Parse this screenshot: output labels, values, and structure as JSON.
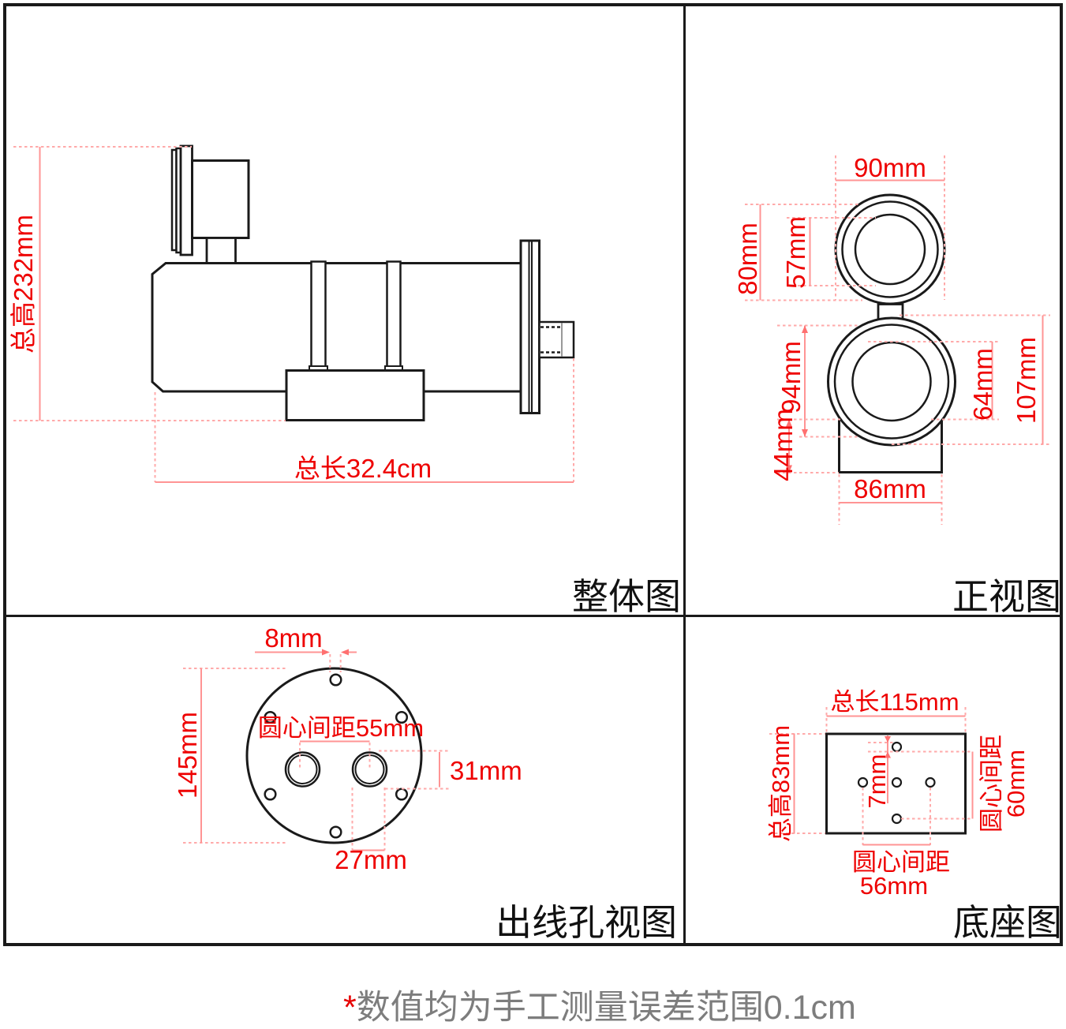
{
  "panels": {
    "overall": {
      "title": "整体图",
      "dim_total_height": "总高232mm",
      "dim_total_length": "总长32.4cm"
    },
    "front": {
      "title": "正视图",
      "dim_top_outer": "90mm",
      "dim_cover_height": "80mm",
      "dim_top_lens": "57mm",
      "dim_body_height": "94mm",
      "dim_base_height": "44mm",
      "dim_bottom_lens": "64mm",
      "dim_overall_height": "107mm",
      "dim_base_width": "86mm"
    },
    "outlet": {
      "title": "出线孔视图",
      "dim_small_hole": "8mm",
      "dim_flange_diameter": "145mm",
      "dim_center_distance": "圆心间距55mm",
      "dim_hole_outer": "31mm",
      "dim_hole_inner": "27mm"
    },
    "base": {
      "title": "底座图",
      "dim_total_length": "总长115mm",
      "dim_total_height": "总高83mm",
      "dim_small_hole": "7mm",
      "dim_center_v_label": "圆心间距",
      "dim_center_v_value": "60mm",
      "dim_center_h_label": "圆心间距",
      "dim_center_h_value": "56mm"
    }
  },
  "note": {
    "asterisk": "*",
    "text": "数值均为手工测量误差范围0.1cm"
  },
  "colors": {
    "drawing_line": "#1a1a1a",
    "dimension_text": "#ee0000",
    "dimension_line": "#ff9494",
    "dimension_dotted": "#ffaaaa",
    "note_text": "#7d7d7d"
  }
}
